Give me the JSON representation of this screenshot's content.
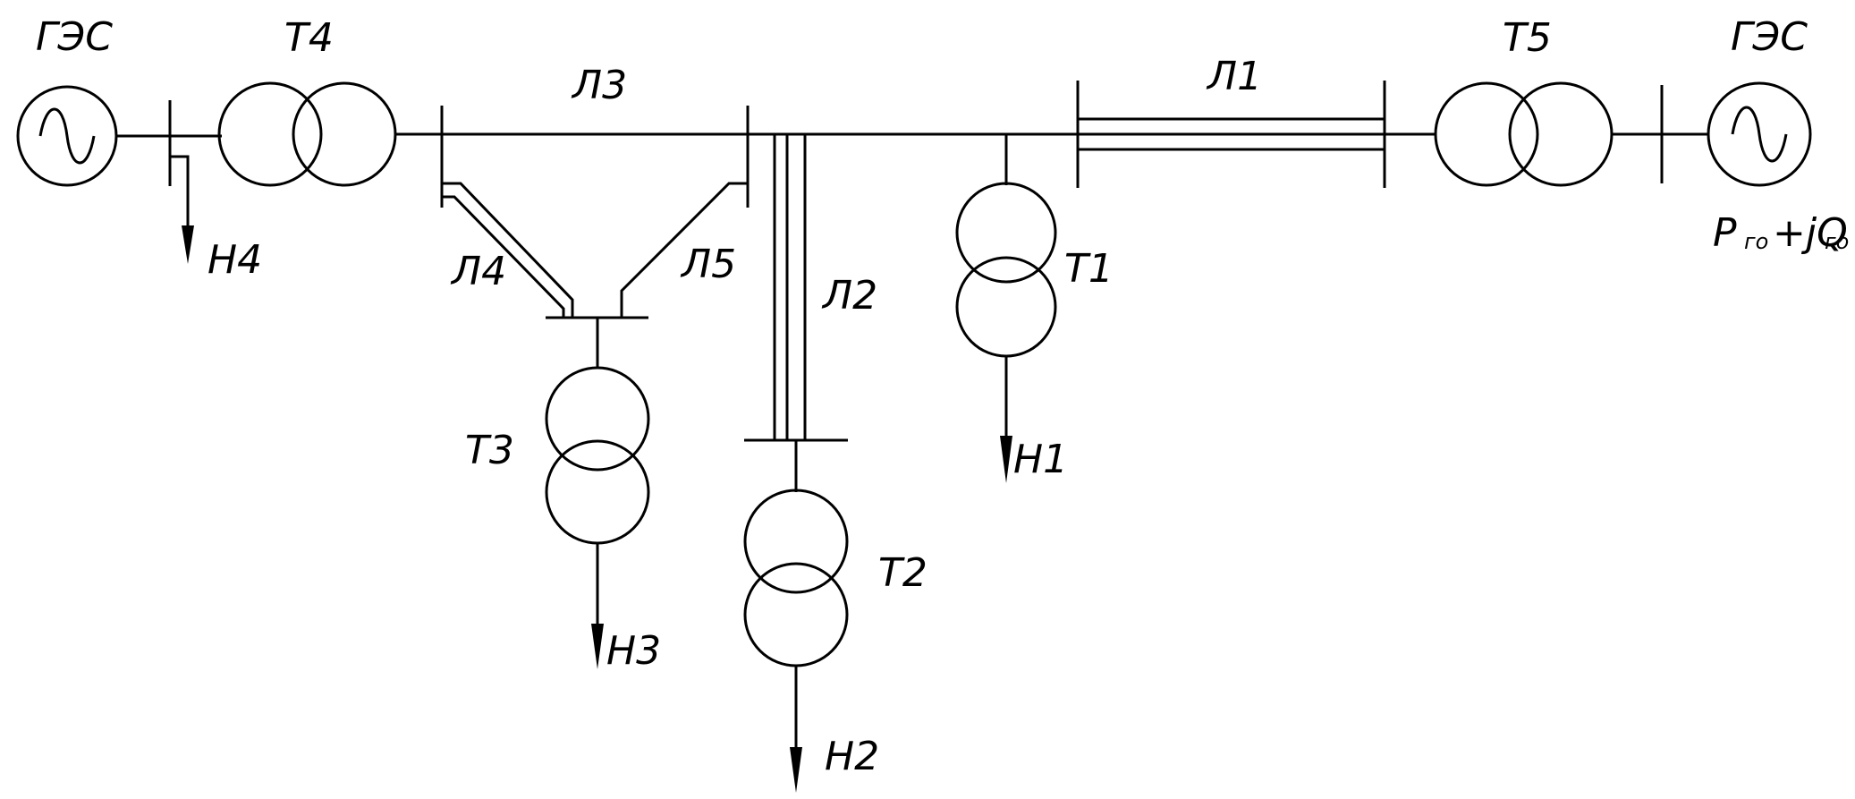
{
  "diagram": {
    "generators": {
      "left": "ГЭС",
      "right": "ГЭС"
    },
    "transformers": {
      "t1": "Т1",
      "t2": "Т2",
      "t3": "Т3",
      "t4": "Т4",
      "t5": "Т5"
    },
    "lines": {
      "l1": "Л1",
      "l2": "Л2",
      "l3": "Л3",
      "l4": "Л4",
      "l5": "Л5"
    },
    "loads": {
      "h1": "Н1",
      "h2": "Н2",
      "h3": "Н3",
      "h4": "Н4"
    },
    "generator_power": {
      "p": "P",
      "p_sub": "го",
      "plus_jq": "+jQ",
      "q_sub": "го"
    }
  }
}
